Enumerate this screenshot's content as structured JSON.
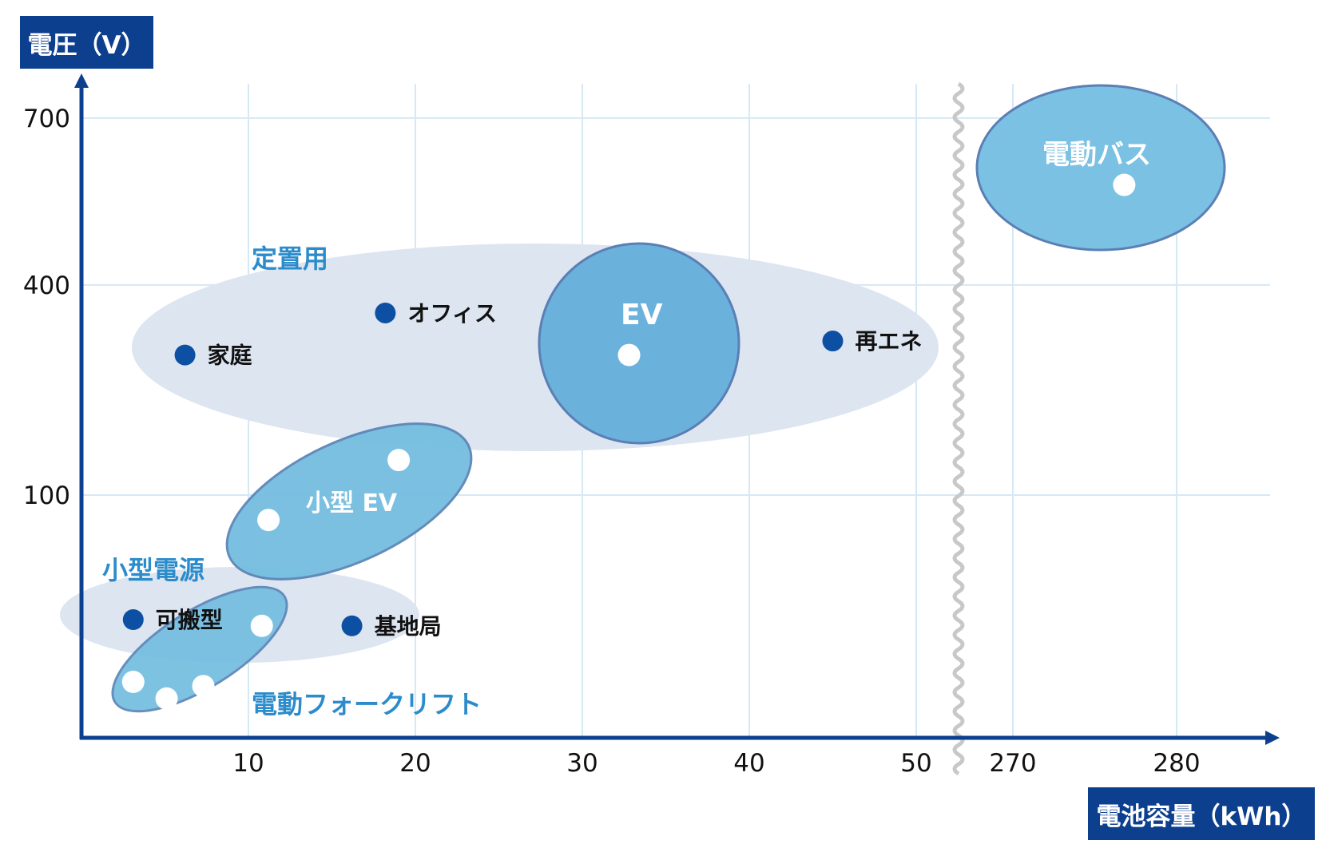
{
  "chart_data": {
    "type": "scatter",
    "xlabel": "電池容量（kWh）",
    "ylabel": "電圧（V）",
    "x_ticks_left": [
      "10",
      "20",
      "30",
      "40",
      "50"
    ],
    "x_ticks_right": [
      "270",
      "280"
    ],
    "x_axis_break": true,
    "y_ticks": [
      "100",
      "400",
      "700"
    ],
    "grid": true,
    "groups": [
      {
        "name": "定置用",
        "color": "#dde5f1"
      },
      {
        "name": "小型電源",
        "color": "#dde5f1"
      },
      {
        "name": "EV",
        "color": "#6ab1db"
      },
      {
        "name": "小型 EV",
        "color": "#74bde0"
      },
      {
        "name": "電動フォークリフト",
        "color": "#74bde0"
      },
      {
        "name": "電動バス",
        "color": "#7bc1e3"
      }
    ],
    "points": [
      {
        "label": "家庭",
        "x": 6.2,
        "y": 300,
        "color": "#0d4fa2"
      },
      {
        "label": "オフィス",
        "x": 18.2,
        "y": 360,
        "color": "#0d4fa2"
      },
      {
        "label": "再エネ",
        "x": 45,
        "y": 320,
        "color": "#0d4fa2"
      },
      {
        "label": "可搬型",
        "x": 3.1,
        "y": 40,
        "color": "#0d4fa2"
      },
      {
        "label": "基地局",
        "x": 16.2,
        "y": 37,
        "color": "#0d4fa2"
      },
      {
        "label": "",
        "x": 32.8,
        "y": 300,
        "color": "#ffffff"
      },
      {
        "label": "",
        "x": 19.0,
        "y": 150,
        "color": "#ffffff"
      },
      {
        "label": "",
        "x": 11.2,
        "y": 88,
        "color": "#ffffff"
      },
      {
        "label": "",
        "x": 10.8,
        "y": 37,
        "color": "#ffffff"
      },
      {
        "label": "",
        "x": 3.1,
        "y": 10,
        "color": "#ffffff"
      },
      {
        "label": "",
        "x": 5.1,
        "y": 2,
        "color": "#ffffff"
      },
      {
        "label": "",
        "x": 7.3,
        "y": 8,
        "color": "#ffffff"
      },
      {
        "label": "",
        "x": 276.8,
        "y": 580,
        "color": "#ffffff"
      }
    ],
    "colors": {
      "axis": "#0d3f8f",
      "grid": "#d5e8f5",
      "title_box": "#0d3f8f",
      "group_label": "#2c8ccb"
    }
  }
}
